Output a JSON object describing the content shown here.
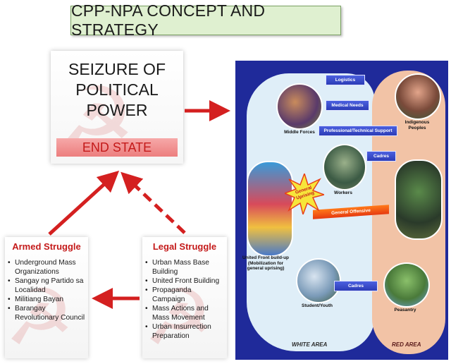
{
  "title": "CPP-NPA CONCEPT AND STRATEGY",
  "seizure": {
    "text": "SEIZURE OF\nPOLITICAL\nPOWER",
    "end_state": "END STATE"
  },
  "armed": {
    "title": "Armed Struggle",
    "items": [
      "Underground Mass Organizations",
      "Sangay ng Partido sa Localidad",
      "Militiang Bayan",
      "Barangay Revolutionary Council"
    ]
  },
  "legal": {
    "title": "Legal Struggle",
    "items": [
      "Urban Mass Base Building",
      "United Front Building",
      "Propaganda Campaign",
      "Mass Actions and Mass Movement",
      "Urban Insurrection Preparation"
    ]
  },
  "panel": {
    "bands": {
      "logistics": "Logistics",
      "medical": "Medical Needs",
      "professional": "Professional/Technical Support",
      "cadres_top": "Cadres",
      "general_offensive": "General Offensive",
      "cadres_bottom": "Cadres"
    },
    "nodes": {
      "middle_forces": "Middle Forces",
      "workers": "Workers",
      "indigenous": "Indigenous Peoples",
      "united_front": "United Front build-up (Mobilization for general uprising)",
      "student_youth": "Student/Youth",
      "peasantry": "Peasantry"
    },
    "uprising": "General Uprising",
    "white_area": "WHITE AREA",
    "red_area": "RED AREA"
  },
  "colors": {
    "arrow_red": "#d42020",
    "panel_blue": "#1f2a9a",
    "white_area": "#dfeef8",
    "red_area": "#f2c3a6",
    "title_bg": "#dff0d0"
  }
}
